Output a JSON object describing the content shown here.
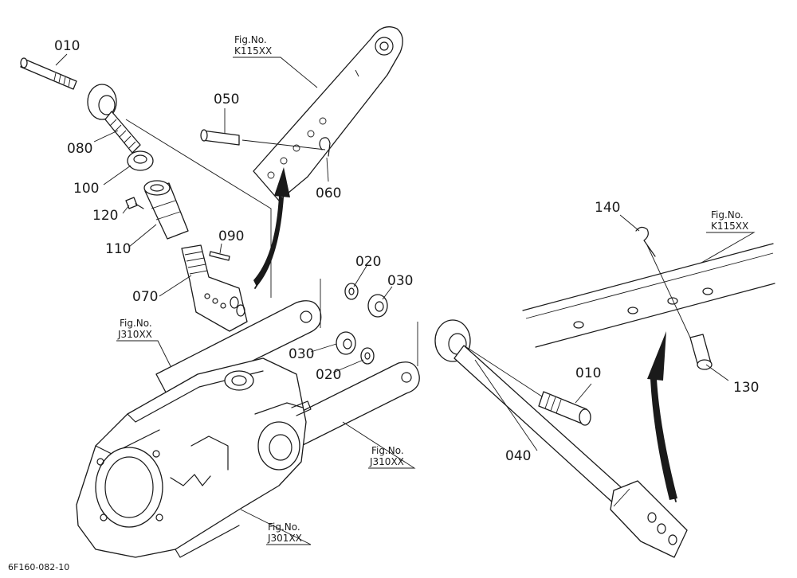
{
  "drawing_code": "6F160-082-10",
  "callouts": {
    "p010a": "010",
    "p010b": "010",
    "p020a": "020",
    "p020b": "020",
    "p030a": "030",
    "p030b": "030",
    "p040": "040",
    "p050": "050",
    "p060": "060",
    "p070": "070",
    "p080": "080",
    "p090": "090",
    "p100": "100",
    "p110": "110",
    "p120": "120",
    "p130": "130",
    "p140": "140"
  },
  "figrefs": {
    "prefix": "Fig.No.",
    "k115_top": "K115XX",
    "k115_right": "K115XX",
    "j310_left": "J310XX",
    "j310_mid": "J310XX",
    "j301": "J301XX"
  }
}
